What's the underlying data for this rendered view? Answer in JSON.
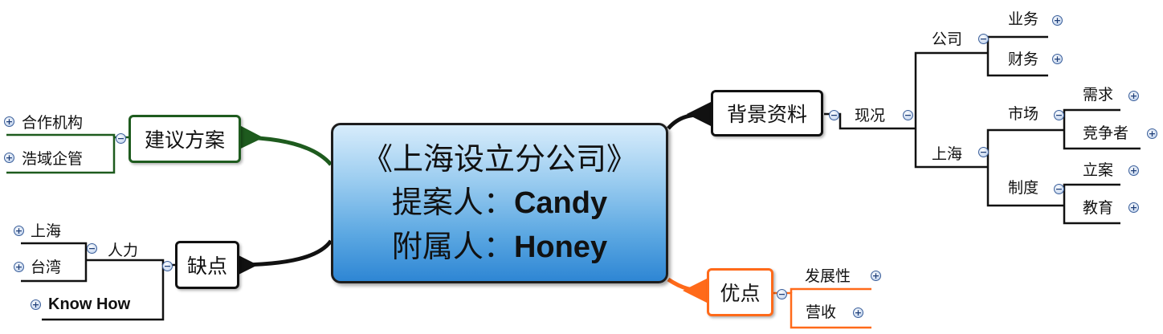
{
  "central": {
    "line1": "《上海设立分公司》",
    "line2_prefix": "提案人：",
    "line2_name": "Candy",
    "line3_prefix": "附属人：",
    "line3_name": "Honey"
  },
  "left": {
    "proposal": {
      "label": "建议方案",
      "children": [
        "合作机构",
        "浩域企管"
      ]
    },
    "weakness": {
      "label": "缺点",
      "manpower": {
        "label": "人力",
        "children": [
          "上海",
          "台湾"
        ]
      },
      "knowhow": "Know How"
    }
  },
  "right": {
    "background": {
      "label": "背景资料",
      "status": "现况",
      "company": {
        "label": "公司",
        "children": [
          "业务",
          "财务"
        ]
      },
      "shanghai": {
        "label": "上海",
        "market": {
          "label": "市场",
          "children": [
            "需求",
            "竞争者"
          ]
        },
        "system": {
          "label": "制度",
          "children": [
            "立案",
            "教育"
          ]
        }
      }
    },
    "advantage": {
      "label": "优点",
      "children": [
        "发展性",
        "营收"
      ]
    }
  },
  "colors": {
    "green_branch": "#1e5b1e",
    "orange_branch": "#ff6a1a",
    "dark_branch": "#111111",
    "central_fill": "#5ca8e2"
  },
  "icons": {
    "expand": "plus-circle-icon",
    "collapse": "minus-circle-icon"
  }
}
